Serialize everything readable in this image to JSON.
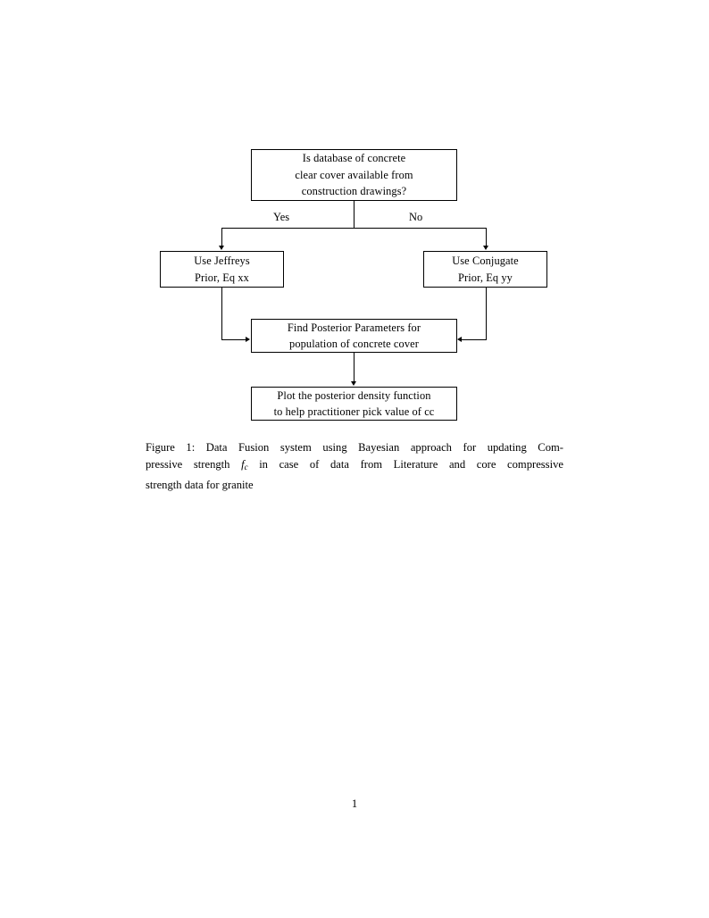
{
  "document": {
    "page_number": "1"
  },
  "figure": {
    "type": "flowchart",
    "nodes": [
      {
        "id": "question",
        "name": "decision-database-available",
        "lines": [
          "Is database of concrete",
          "clear cover available from",
          "construction drawings?"
        ]
      },
      {
        "id": "jeffreys",
        "name": "use-jeffreys-prior",
        "lines": [
          "Use Jeffreys",
          "Prior, Eq xx"
        ]
      },
      {
        "id": "conjugate",
        "name": "use-conjugate-prior",
        "lines": [
          "Use Conjugate",
          "Prior, Eq yy"
        ]
      },
      {
        "id": "posterior",
        "name": "find-posterior-parameters",
        "lines": [
          "Find Posterior Parameters for",
          "population of concrete cover"
        ]
      },
      {
        "id": "plot",
        "name": "plot-posterior-density",
        "lines": [
          "Plot the posterior density function",
          "to help practitioner pick value of cc"
        ]
      }
    ],
    "edge_labels": {
      "yes": "Yes",
      "no": "No"
    }
  },
  "caption": {
    "label": "Figure 1:",
    "line1_words": [
      "Figure",
      "1:",
      "Data",
      "Fusion",
      "system",
      "using",
      "Bayesian",
      "approach",
      "for",
      "updating",
      "Com-"
    ],
    "line2_pre": "pressive",
    "line2_strength": "strength",
    "line2_math_f": "f",
    "line2_math_sub": "c",
    "line2_words": [
      "in",
      "case",
      "of",
      "data",
      "from",
      "Literature",
      "and",
      "core",
      "compressive"
    ],
    "line3": "strength data for granite",
    "full_text": "Figure 1: Data Fusion system using Bayesian approach for updating Compressive strength f_c in case of data from Literature and core compressive strength data for granite"
  },
  "colors": {
    "ink": "#000000",
    "paper": "#ffffff"
  }
}
